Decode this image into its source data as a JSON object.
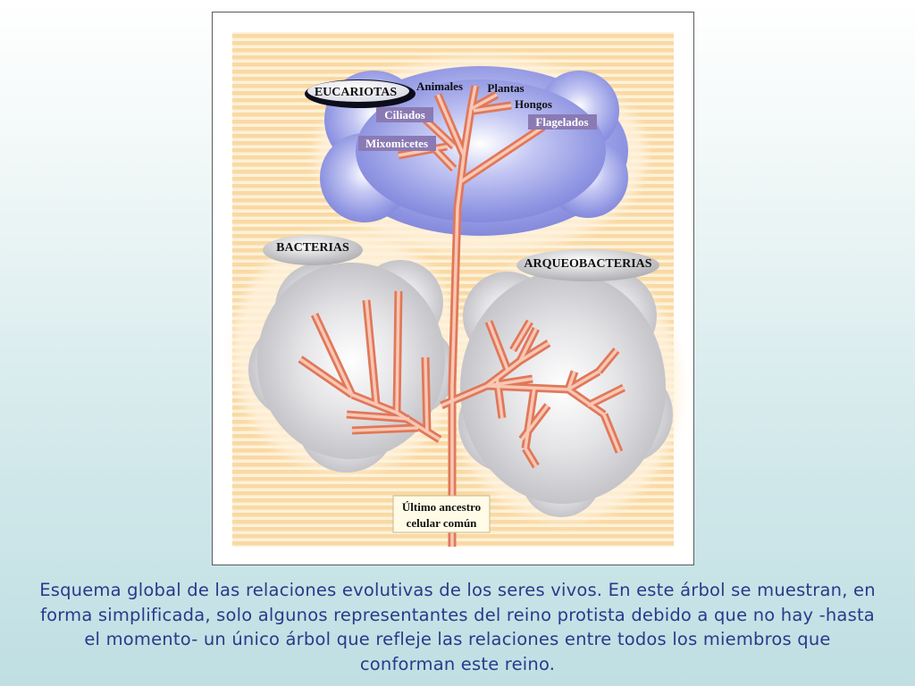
{
  "figure": {
    "groups": {
      "eukaryotes": "EUCARIOTAS",
      "bacteria": "BACTERIAS",
      "archaea": "ARQUEOBACTERIAS"
    },
    "taxa": {
      "animals": "Animales",
      "plants": "Plantas",
      "fungi": "Hongos",
      "ciliates": "Ciliados",
      "flagellates": "Flagelados",
      "slime_molds": "Mixomicetes"
    },
    "ancestor": {
      "line1": "Último ancestro",
      "line2": "celular común"
    },
    "colors": {
      "background_stripes": "#f9d9a3",
      "eukaryote_cloud": "#8f95e2",
      "prokaryote_cloud": "#c9c9cc",
      "branch_fill": "#f9c7b3",
      "branch_edge": "#e0785a",
      "label_tag": "#8a7ab4"
    }
  },
  "caption": "Esquema global de las relaciones evolutivas de los seres vivos. En este árbol se muestran, en forma simplificada, solo algunos representantes del reino protista debido a que no hay -hasta el momento- un único árbol que refleje las relaciones entre todos los miembros que conforman este reino."
}
